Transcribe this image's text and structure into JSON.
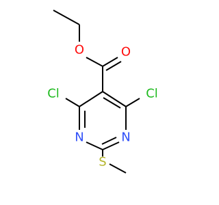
{
  "colors": {
    "background": "#ffffff",
    "carbon_bond": "#000000",
    "oxygen": "#ff0d0d",
    "chlorine": "#1fba1f",
    "nitrogen": "#3050f8",
    "sulfur": "#b4b42a"
  },
  "atoms": {
    "o_ester": "O",
    "o_carbonyl": "O",
    "cl_left": "Cl",
    "cl_right": "Cl",
    "n_left": "N",
    "n_right": "N",
    "s_thio": "S"
  }
}
